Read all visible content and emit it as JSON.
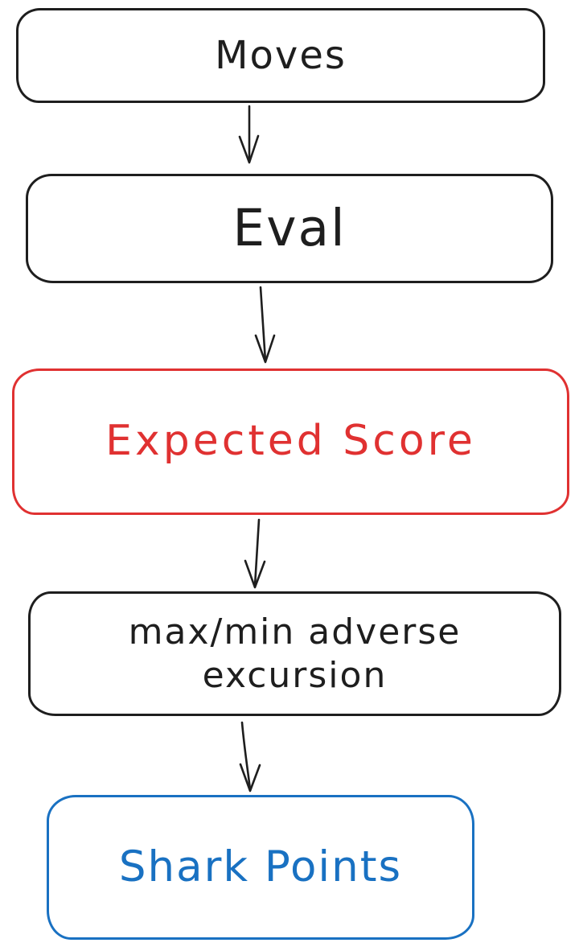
{
  "canvas": {
    "background": "#ffffff"
  },
  "diagram": {
    "type": "flowchart",
    "direction": "top-down",
    "style": "hand-drawn",
    "colors": {
      "stroke_black": "#1e1e1e",
      "accent_red": "#e03131",
      "accent_blue": "#1971c2"
    },
    "nodes": [
      {
        "id": "moves",
        "label": "Moves",
        "stroke": "#1e1e1e",
        "text_color": "#1e1e1e"
      },
      {
        "id": "eval",
        "label": "Eval",
        "stroke": "#1e1e1e",
        "text_color": "#1e1e1e"
      },
      {
        "id": "expected-score",
        "label": "Expected Score",
        "stroke": "#e03131",
        "text_color": "#e03131"
      },
      {
        "id": "adverse-excursion",
        "label": "max/min adverse excursion",
        "stroke": "#1e1e1e",
        "text_color": "#1e1e1e"
      },
      {
        "id": "shark-points",
        "label": "Shark Points",
        "stroke": "#1971c2",
        "text_color": "#1971c2"
      }
    ],
    "edges": [
      {
        "from": "moves",
        "to": "eval"
      },
      {
        "from": "eval",
        "to": "expected-score"
      },
      {
        "from": "expected-score",
        "to": "adverse-excursion"
      },
      {
        "from": "adverse-excursion",
        "to": "shark-points"
      }
    ]
  }
}
